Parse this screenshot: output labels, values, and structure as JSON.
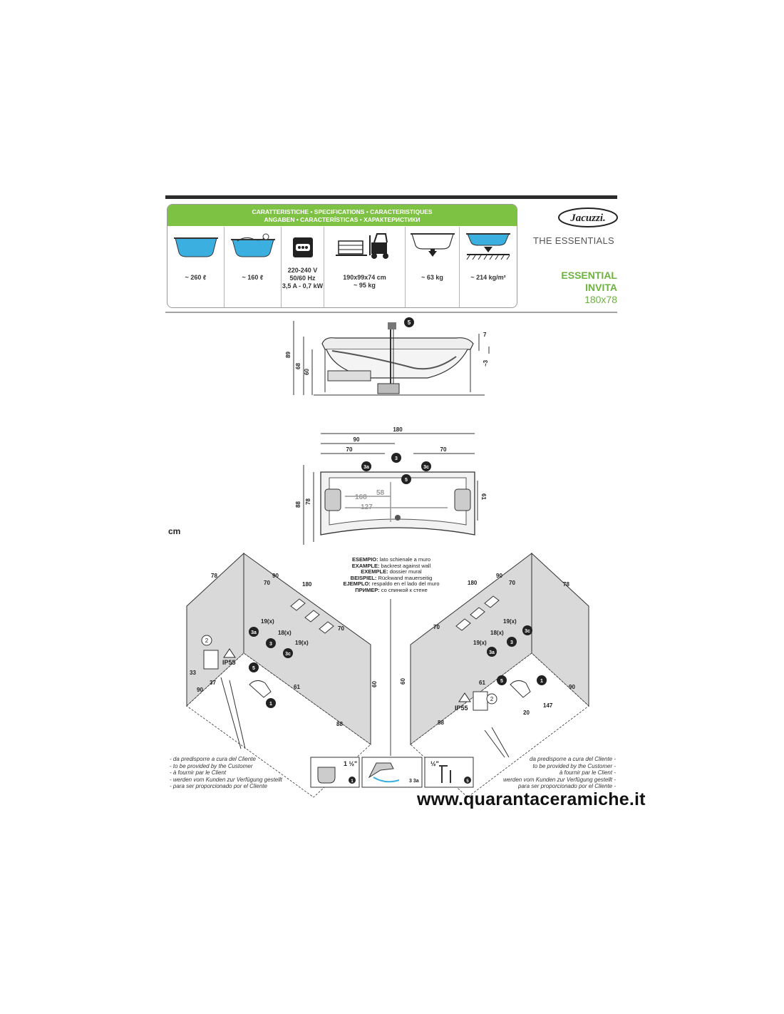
{
  "spec_header": {
    "line1": "CARATTERISTICHE • SPECIFICATIONS • CARACTERISTIQUES",
    "line2": "ANGABEN • CARACTERÍSTICAS • ХАРАКТЕРИСТИКИ"
  },
  "spec_cells": [
    {
      "icon": "bathtub-water-icon",
      "value": "~ 260 ℓ"
    },
    {
      "icon": "bathtub-person-icon",
      "value": "~ 160 ℓ"
    },
    {
      "icon": "electrical-socket-icon",
      "value": "220-240 V\n50/60 Hz\n3,5 A - 0,7 kW"
    },
    {
      "icon": "forklift-package-icon",
      "value": "190x99x74 cm\n~ 95 kg"
    },
    {
      "icon": "bathtub-weight-icon",
      "value": "~ 63 kg"
    },
    {
      "icon": "floor-load-icon",
      "value": "~ 214 kg/m²"
    }
  ],
  "brand": {
    "logo_text": "Jacuzzi.",
    "collection": "THE ESSENTIALS",
    "model_line1": "ESSENTIAL",
    "model_line2": "INVITA",
    "size": "180x78"
  },
  "side_view": {
    "labels": [
      "89",
      "68",
      "60",
      "7",
      "~3",
      "5"
    ]
  },
  "top_view": {
    "labels": [
      "180",
      "90",
      "70",
      "70",
      "3a",
      "3",
      "3c",
      "5",
      "168",
      "58",
      "127",
      "88",
      "78",
      "61"
    ]
  },
  "unit_label": "cm",
  "example": {
    "lines": [
      {
        "lang": "ESEMPIO:",
        "text": "lato schienale a muro"
      },
      {
        "lang": "EXAMPLE:",
        "text": "backrest against wall"
      },
      {
        "lang": "EXEMPLE:",
        "text": "dossier mural"
      },
      {
        "lang": "BEISPIEL:",
        "text": "Rückwand mauerseitig"
      },
      {
        "lang": "EJEMPLO:",
        "text": "respaldo en el lado del muro"
      },
      {
        "lang": "ПРИМЕР:",
        "text": "со спинкой к стене"
      }
    ]
  },
  "left_install": {
    "labels": [
      "78",
      "90",
      "180",
      "70",
      "70",
      "19(x)",
      "18(x)",
      "19(x)",
      "3a",
      "3",
      "3c",
      "2",
      "IP55",
      "5",
      "1",
      "33",
      "37",
      "90",
      "61",
      "60",
      "88"
    ]
  },
  "right_install": {
    "labels": [
      "180",
      "90",
      "78",
      "70",
      "70",
      "19(x)",
      "18(x)",
      "19(x)",
      "3a",
      "3",
      "3c",
      "60",
      "5",
      "1",
      "61",
      "90",
      "20",
      "147",
      "88",
      "2",
      "IP55"
    ]
  },
  "customer_note_left": [
    "- da predisporre a cura del Cliente",
    "- to be provided by the Customer",
    "- à fournir par le Client",
    "- werden vom Kunden zur Verfügung gestellt",
    "- para ser proporcionado por el Cliente"
  ],
  "customer_note_right": [
    "da predisporre a cura del Cliente -",
    "to be provided by the Customer -",
    "à fournir par le Client -",
    "werden vom Kunden zur Verfügung gestellt -",
    "para ser proporcionado por el Cliente -"
  ],
  "fittings": [
    {
      "icon": "drain-trap-icon",
      "size": "1 ½\"",
      "number": "1"
    },
    {
      "icon": "mixer-tap-icon",
      "size": "",
      "number": "3 3a"
    },
    {
      "icon": "bath-filler-icon",
      "size": "½\"",
      "number": "5"
    }
  ],
  "website": "www.quarantaceramiche.it",
  "colors": {
    "accent_green": "#7dc242",
    "water_blue": "#3bb0e0",
    "wall_gray": "#d9d9d9"
  }
}
